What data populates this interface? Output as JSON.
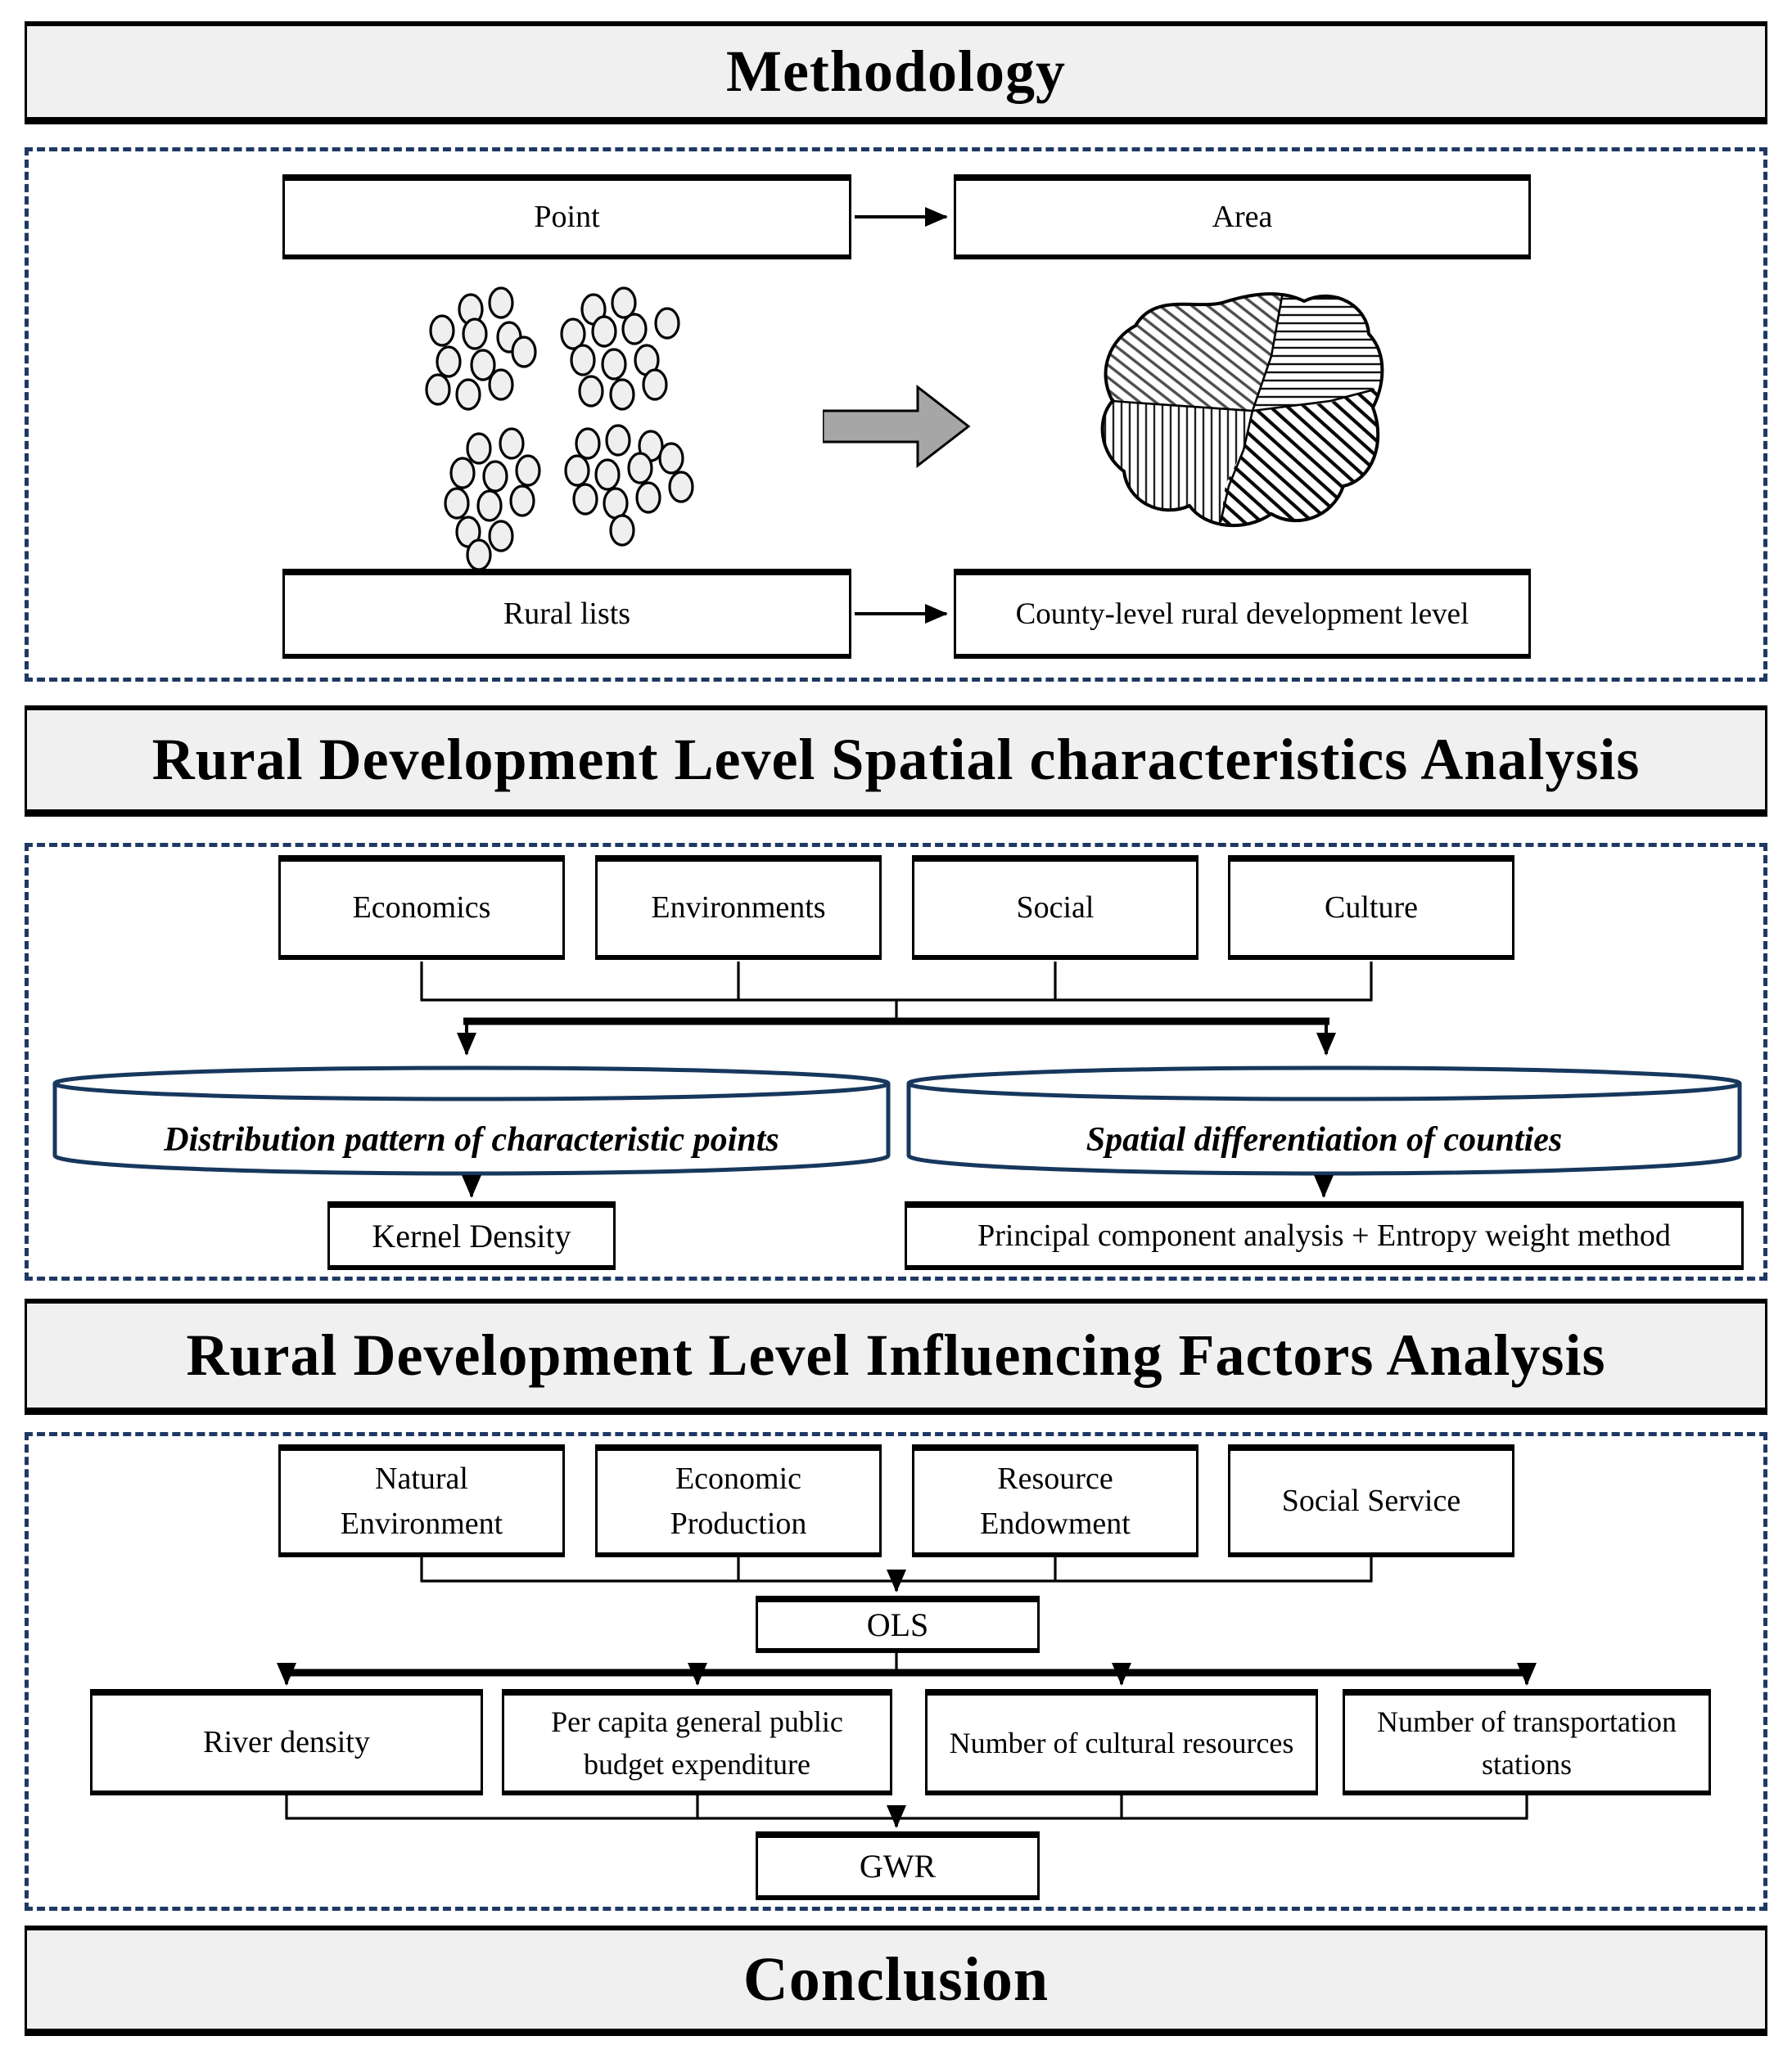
{
  "colors": {
    "bar_background": "#f0f0f0",
    "dashed_border": "#1f3864",
    "cylinder_stroke": "#17375d",
    "block_arrow_fill": "#a6a6a6",
    "box_border": "#000000"
  },
  "headers": {
    "methodology": "Methodology",
    "spatial_analysis": "Rural Development Level Spatial characteristics Analysis",
    "influencing_factors": "Rural Development Level Influencing Factors Analysis",
    "conclusion": "Conclusion"
  },
  "methodology_section": {
    "point_box": "Point",
    "area_box": "Area",
    "rural_lists_box": "Rural lists",
    "county_box": "County-level rural development level"
  },
  "spatial_section": {
    "categories": [
      "Economics",
      "Environments",
      "Social",
      "Culture"
    ],
    "left_database": "Distribution pattern of characteristic points",
    "right_database": "Spatial differentiation of counties",
    "left_method_box": "Kernel Density",
    "right_method_box": "Principal component analysis + Entropy weight method"
  },
  "influencing_section": {
    "factors": [
      "Natural Environment",
      "Economic Production",
      "Resource Endowment",
      "Social Service"
    ],
    "ols_box": "OLS",
    "variables": [
      "River density",
      "Per capita general public budget expenditure",
      "Number of cultural resources",
      "Number of transportation stations"
    ],
    "gwr_box": "GWR"
  }
}
